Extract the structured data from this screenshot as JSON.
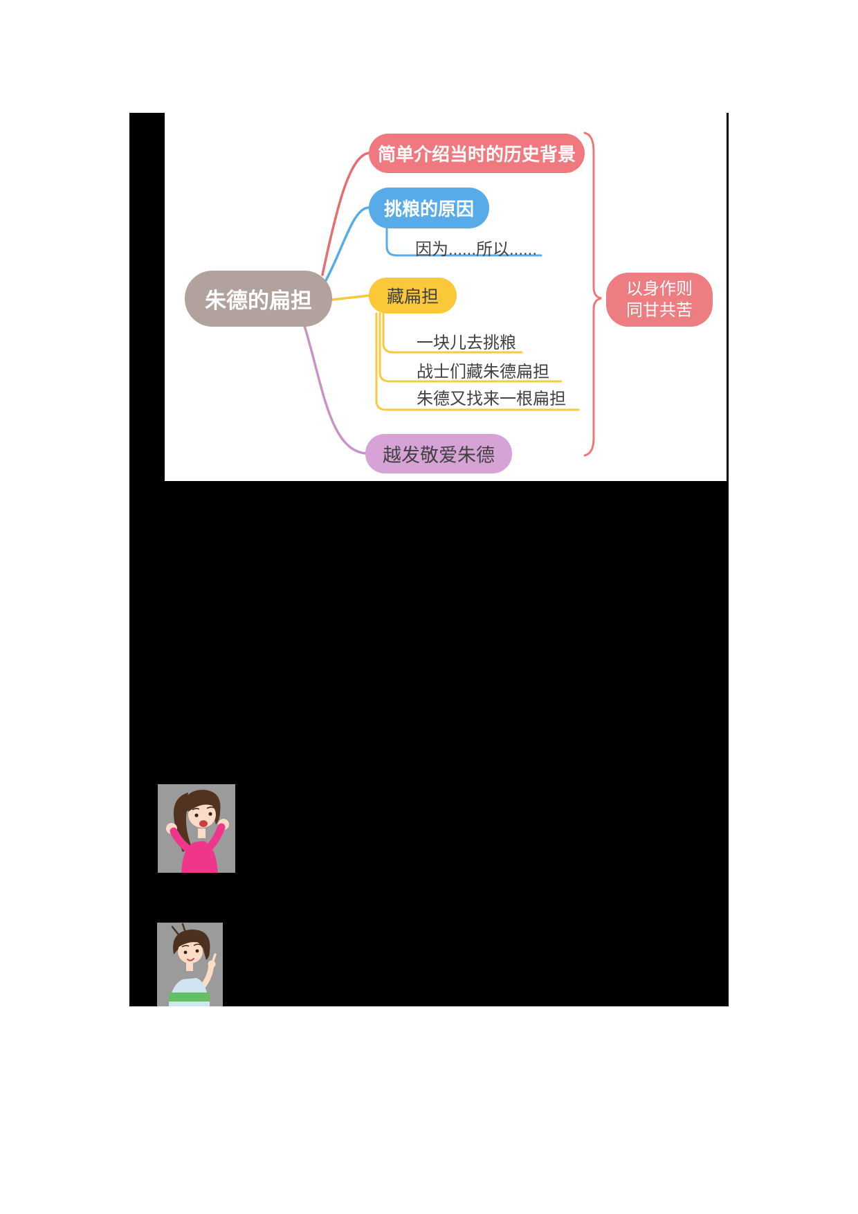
{
  "mindmap": {
    "center": {
      "label": "朱德的扁担",
      "color": "#b2a29e",
      "text_color": "#ffffff"
    },
    "branches": [
      {
        "id": "history",
        "label": "简单介绍当时的历史背景",
        "color": "#ef797e",
        "text_color": "#ffffff",
        "children": []
      },
      {
        "id": "reason",
        "label": "挑粮的原因",
        "color": "#57abe9",
        "text_color": "#ffffff",
        "children": [
          {
            "label": "因为......所以......"
          }
        ]
      },
      {
        "id": "hide-pole",
        "label": "藏扁担",
        "color": "#fac839",
        "text_color": "#414141",
        "children": [
          {
            "label": "一块儿去挑粮"
          },
          {
            "label": "战士们藏朱德扁担"
          },
          {
            "label": "朱德又找来一根扁担"
          }
        ]
      },
      {
        "id": "respect",
        "label": "越发敬爱朱德",
        "color": "#d7a3d6",
        "text_color": "#414141",
        "children": []
      }
    ],
    "summary": {
      "line1": "以身作则",
      "line2": "同甘共苦",
      "color": "#ed7d80",
      "text_color": "#ffffff"
    },
    "line_colors": {
      "history": "#e96c70",
      "reason": "#57abe9",
      "hide": "#fbc93d",
      "respect": "#c993c8",
      "brace": "#ed787c"
    }
  },
  "characters": [
    {
      "id": "girl",
      "description": "cartoon girl with ponytail and pink shirt, hands raised",
      "bg_color": "#9b9b9b"
    },
    {
      "id": "boy",
      "description": "cartoon boy in blue shirt with green stripe, finger pointing up",
      "bg_color": "#9b9b9b"
    }
  ],
  "page": {
    "background": "#ffffff",
    "black_region_color": "#000000"
  }
}
